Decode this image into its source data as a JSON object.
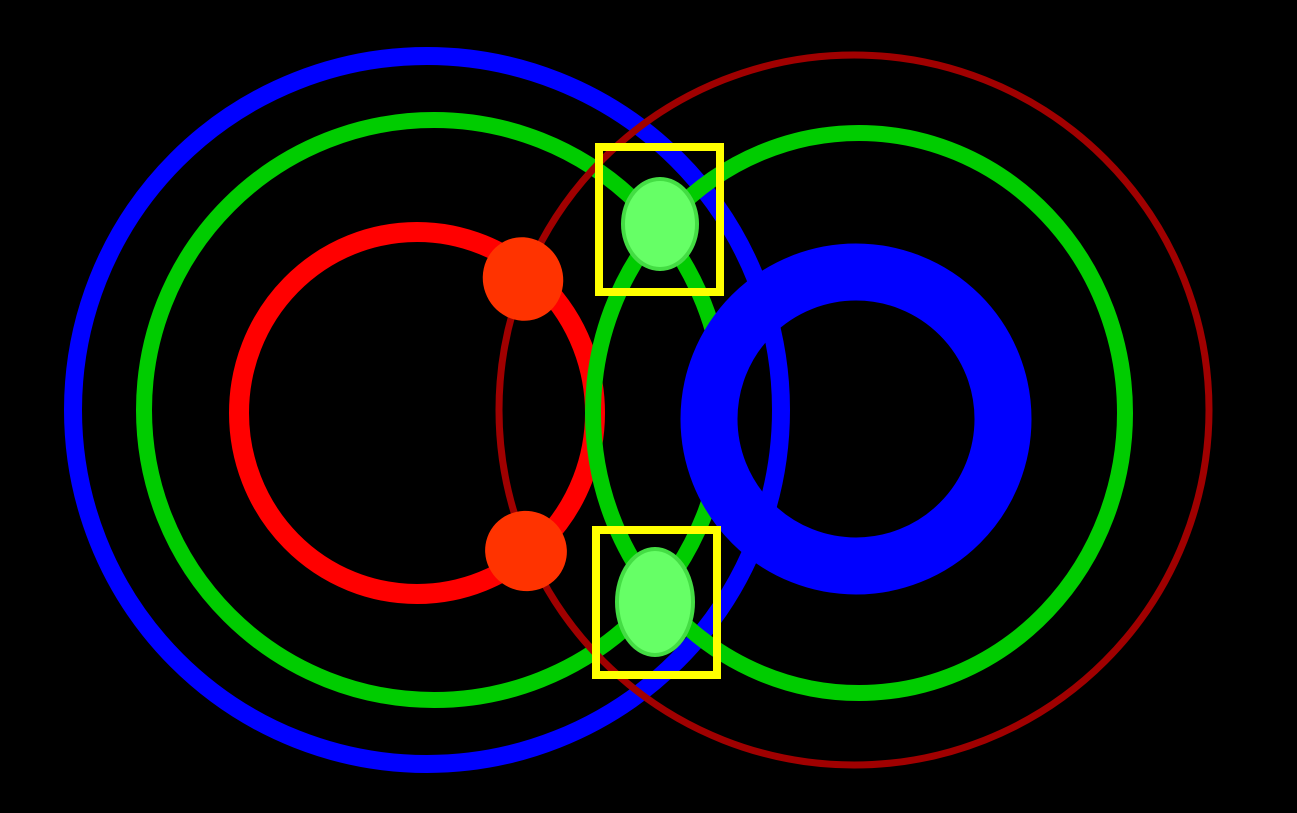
{
  "colors": {
    "background": "#000000",
    "blue": "#0000ff",
    "green": "#00cc00",
    "red": "#ff0000",
    "dark_red": "#a00000",
    "orange_red": "#ff3300",
    "light_green": "#66ff66",
    "yellow": "#ffff00"
  },
  "elements": {
    "circles": [
      {
        "name": "left-outer-blue-circle",
        "color": "blue"
      },
      {
        "name": "left-middle-green-circle",
        "color": "green"
      },
      {
        "name": "left-inner-red-circle",
        "color": "red"
      },
      {
        "name": "right-outer-dark-red-circle",
        "color": "dark_red"
      },
      {
        "name": "right-middle-green-circle",
        "color": "green"
      },
      {
        "name": "right-inner-blue-ring",
        "color": "blue"
      }
    ],
    "markers": [
      {
        "name": "upper-orange-ellipse",
        "color": "orange_red"
      },
      {
        "name": "lower-orange-ellipse",
        "color": "orange_red"
      },
      {
        "name": "upper-green-ellipse",
        "color": "light_green"
      },
      {
        "name": "lower-green-ellipse",
        "color": "light_green"
      }
    ],
    "boxes": [
      {
        "name": "upper-yellow-box",
        "color": "yellow"
      },
      {
        "name": "lower-yellow-box",
        "color": "yellow"
      }
    ]
  }
}
